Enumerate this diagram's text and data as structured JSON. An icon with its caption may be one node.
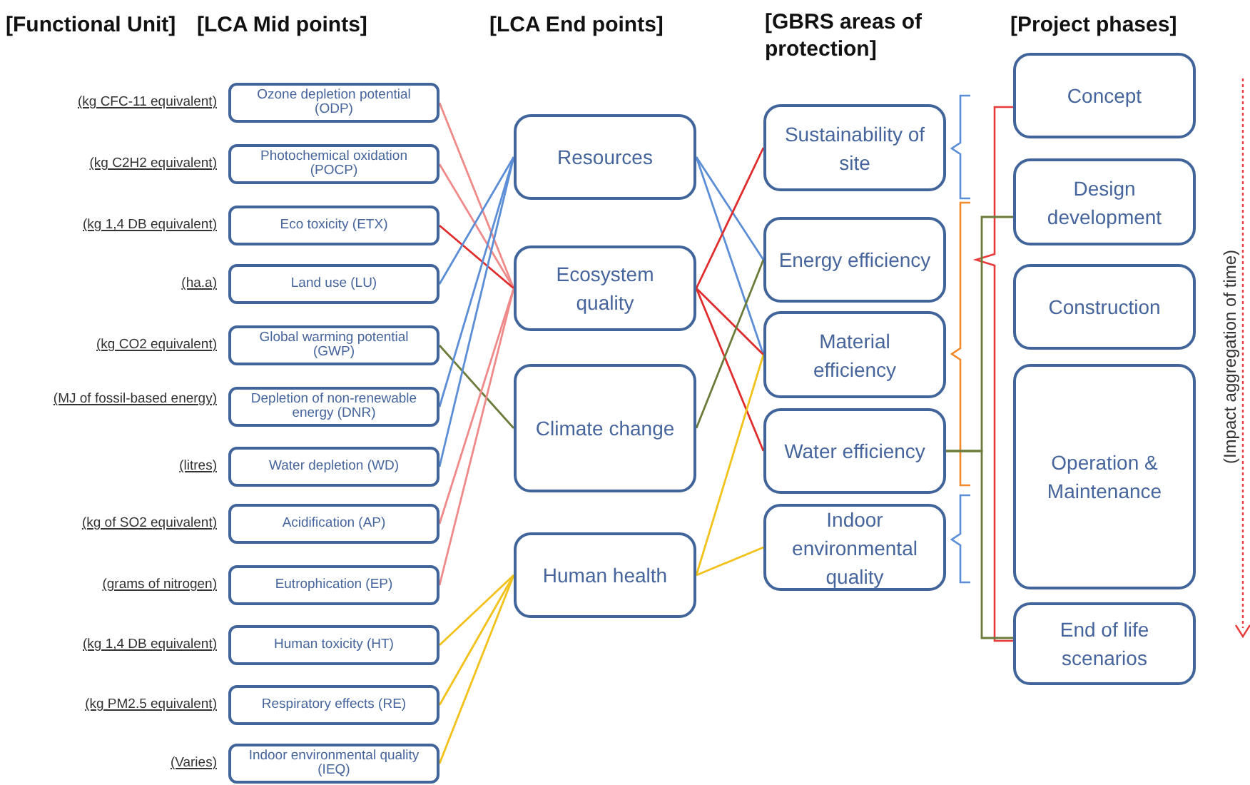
{
  "diagram": {
    "nodes": [
      {
        "text": [
          "Ozone depletion potential (ODP)"
        ],
        "beside": [
          "(kg CFC-11 equivalent)"
        ]
      },
      {
        "text": [
          "Photochemical oxidation (POCP)"
        ],
        "beside": [
          "(kg C2H2 equivalent)"
        ]
      },
      {
        "text": [
          "Eco toxicity (ETX)"
        ],
        "beside": [
          "(kg 1,4 DB equivalent)"
        ]
      },
      {
        "text": [
          "Land use (LU)"
        ],
        "beside": [
          "(ha.a)"
        ]
      },
      {
        "text": [
          "Global warming potential (GWP)"
        ],
        "beside": [
          "(kg CO2 equivalent)"
        ]
      },
      {
        "text": [
          "Depletion of non-renewable energy (DNR)"
        ],
        "beside": [
          "(MJ of fossil-based energy)"
        ]
      },
      {
        "text": [
          "Water depletion (WD)"
        ],
        "beside": [
          "(litres)"
        ]
      },
      {
        "text": [
          "Acidification (AP)"
        ],
        "beside": [
          "(kg of SO2 equivalent)"
        ]
      },
      {
        "text": [
          "Eutrophication (EP)"
        ],
        "beside": [
          "(grams of nitrogen)"
        ]
      },
      {
        "text": [
          "Human toxicity (HT)"
        ],
        "beside": [
          "(kg 1,4 DB equivalent)"
        ]
      },
      {
        "text": [
          "Respiratory effects (RE)"
        ],
        "beside": [
          "(kg PM2.5 equivalent)"
        ]
      },
      {
        "text": [
          "Indoor environmental quality (IEQ)"
        ],
        "beside": [
          "(Varies)"
        ]
      },
      {
        "text": [
          "Resources"
        ]
      },
      {
        "text": [
          "Ecosystem quality"
        ]
      },
      {
        "text": [
          "Climate change"
        ]
      },
      {
        "text": [
          "Human health"
        ]
      },
      {
        "text": [
          "Sustainability of site"
        ]
      },
      {
        "text": [
          "Energy efficiency"
        ]
      },
      {
        "text": [
          "Material efficiency"
        ]
      },
      {
        "text": [
          "Water efficiency"
        ]
      },
      {
        "text": [
          "Indoor environmental quality"
        ]
      },
      {
        "text": [
          "Concept"
        ]
      },
      {
        "text": [
          "Design development"
        ]
      },
      {
        "text": [
          "Construction"
        ]
      },
      {
        "text": [
          "Operation & Maintenance"
        ]
      },
      {
        "text": [
          "End of life scenarios"
        ]
      }
    ],
    "edges": [
      {
        "from": 0,
        "to": 13,
        "arrow": "none",
        "color": "#f08a8a"
      },
      {
        "from": 1,
        "to": 13,
        "arrow": "none",
        "color": "#f08a8a"
      },
      {
        "from": 2,
        "to": 13,
        "arrow": "none",
        "color": "#e02c2c"
      },
      {
        "from": 3,
        "to": 12,
        "arrow": "none",
        "color": "#5b8ed6"
      },
      {
        "from": 4,
        "to": 14,
        "arrow": "none",
        "color": "#6b7b3a"
      },
      {
        "from": 5,
        "to": 12,
        "arrow": "none",
        "color": "#5b8ed6"
      },
      {
        "from": 6,
        "to": 12,
        "arrow": "none",
        "color": "#5b8ed6"
      },
      {
        "from": 7,
        "to": 13,
        "arrow": "none",
        "color": "#f08a8a"
      },
      {
        "from": 8,
        "to": 13,
        "arrow": "none",
        "color": "#f08a8a"
      },
      {
        "from": 9,
        "to": 15,
        "arrow": "none",
        "color": "#f2c21b"
      },
      {
        "from": 10,
        "to": 15,
        "arrow": "none",
        "color": "#f2c21b"
      },
      {
        "from": 11,
        "to": 15,
        "arrow": "none",
        "color": "#f2c21b"
      },
      {
        "from": 12,
        "to": 17,
        "arrow": "none",
        "color": "#5b8ed6"
      },
      {
        "from": 12,
        "to": 18,
        "arrow": "none",
        "color": "#5b8ed6"
      },
      {
        "from": 13,
        "to": 16,
        "arrow": "none",
        "color": "#e02c2c"
      },
      {
        "from": 13,
        "to": 18,
        "arrow": "none",
        "color": "#e02c2c"
      },
      {
        "from": 13,
        "to": 19,
        "arrow": "none",
        "color": "#e02c2c"
      },
      {
        "from": 14,
        "to": 17,
        "arrow": "none",
        "color": "#6b7b3a"
      },
      {
        "from": 15,
        "to": 18,
        "arrow": "none",
        "color": "#f2c21b"
      },
      {
        "from": 15,
        "to": 20,
        "arrow": "none",
        "color": "#f2c21b"
      },
      {
        "from": 19,
        "to": 22,
        "arrow": "none",
        "color": "#6b7b3a"
      },
      {
        "from": 19,
        "to": 25,
        "arrow": "none",
        "color": "#6b7b3a"
      }
    ],
    "labels": [
      "[Functional Unit]",
      "[LCA Mid points]",
      "[LCA End points]",
      "[GBRS areas of protection]",
      "[Project phases]",
      "(Impact aggregation of time)"
    ]
  }
}
